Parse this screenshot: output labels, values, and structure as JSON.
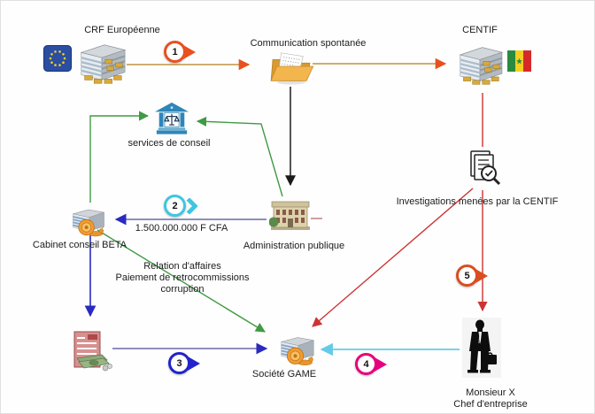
{
  "nodes": {
    "crf": {
      "label": "CRF Européenne"
    },
    "communication": {
      "label": "Communication spontanée"
    },
    "centif": {
      "label": "CENTIF"
    },
    "services": {
      "label": "services de conseil"
    },
    "administration": {
      "label": "Administration publique"
    },
    "beta": {
      "label": "Cabinet conseil BETA"
    },
    "game": {
      "label": "Société GAME"
    },
    "investigations": {
      "label": "Investigations menées par la CENTIF"
    },
    "monsieur_x": {
      "label": "Monsieur X",
      "role": "Chef d'entreprise"
    }
  },
  "edge_labels": {
    "amount": "1.500.000.000 F CFA",
    "relation": [
      "Relation d'affaires",
      "Paiement de retrocommissions",
      "corruption"
    ]
  },
  "badges": [
    {
      "number": "1",
      "color": "#e8501f"
    },
    {
      "number": "2",
      "color": "#3ec6e0"
    },
    {
      "number": "3",
      "color": "#2323cc"
    },
    {
      "number": "4",
      "color": "#e6007e"
    },
    {
      "number": "5",
      "color": "#d94e1f"
    }
  ],
  "colors": {
    "orange_line": "#bf9440",
    "orange_arrow": "#e8501f",
    "green": "#3f9a44",
    "slate": "#6868aa",
    "blue": "#2a2ac0",
    "red": "#cc3333",
    "cyan": "#63cbe8",
    "black": "#1a1a1a"
  }
}
